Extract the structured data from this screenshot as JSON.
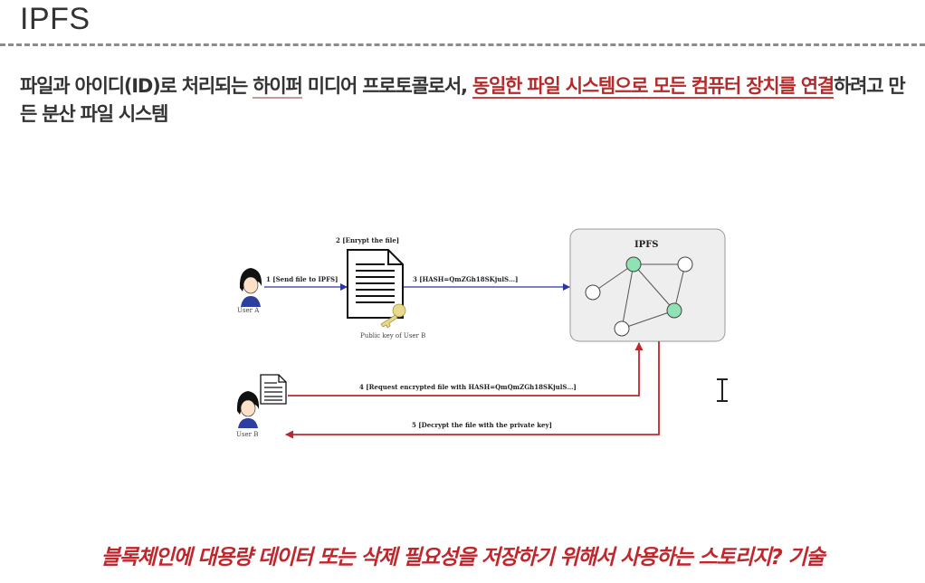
{
  "slide": {
    "title": "IPFS",
    "description": {
      "part1": "파일과 아이디(ID)로 처리되는 ",
      "part2": "하이퍼",
      "part3": " 미디어 프로토콜로서, ",
      "highlight": "동일한 파일 시스템으로 모든 컴퓨터 장치를 연결",
      "part4": "하려고 만든 분산 파일 시스템"
    },
    "bottom_text": "블록체인에 대용량 데이터 또는 삭제 필요성을 저장하기 위해서 사용하는 스토리지? 기술"
  },
  "diagram": {
    "ipfs_label": "IPFS",
    "user_a": "User A",
    "user_b": "User B",
    "step1": "1 [Send file to IPFS]",
    "step2": "2 [Enrypt the file]",
    "step3": "3 [HASH=QmZGh18SKjulS…]",
    "step4": "4 [Request encrypted file with HASH=QmQmZGh18SKjulS…]",
    "step5": "5 [Decrypt the file with the private key]",
    "key_caption": "Public key of User B",
    "colors": {
      "blue_arrow": "#2b35a8",
      "red_arrow": "#c0272d",
      "node_green": "#8fe2b4",
      "panel": "#eeeeee"
    }
  }
}
